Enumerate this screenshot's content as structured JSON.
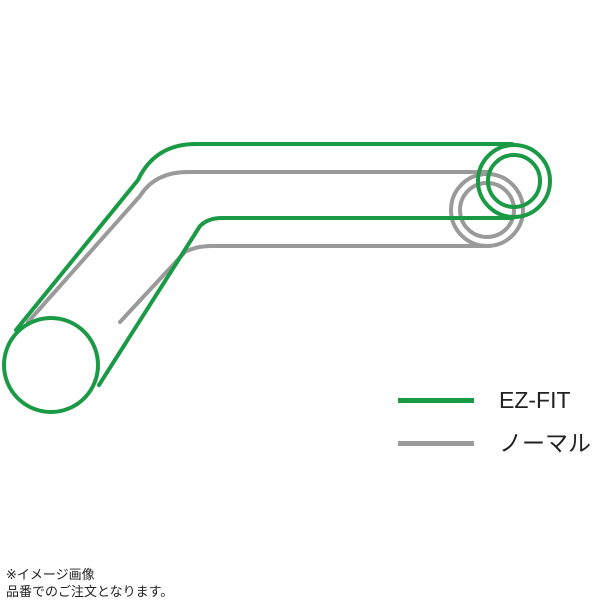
{
  "colors": {
    "ezfit": "#1b9a46",
    "normal": "#9a9a9a",
    "background": "#ffffff",
    "text": "#222222"
  },
  "legend": {
    "items": [
      {
        "label": "EZ-FIT",
        "color": "#1b9a46"
      },
      {
        "label": "ノーマル",
        "color": "#9a9a9a"
      }
    ]
  },
  "notes": {
    "line1": "※イメージ画像",
    "line2": "品番でのご注文となります。"
  }
}
